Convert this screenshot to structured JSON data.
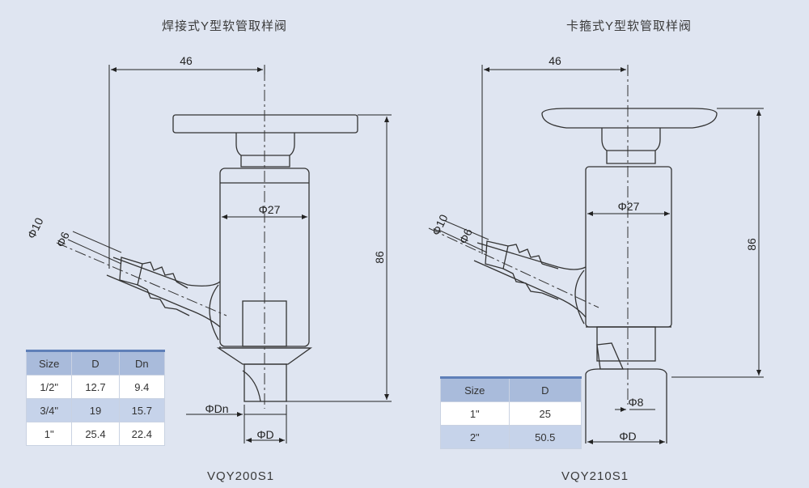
{
  "left": {
    "title": "焊接式Y型软管取样阀",
    "model": "VQY200S1",
    "dims": {
      "width": "46",
      "height": "86",
      "body_dia": "Φ27",
      "outer": "Φ10",
      "inner": "Φ6",
      "dn": "ΦDn",
      "d": "ΦD"
    },
    "table": {
      "headers": [
        "Size",
        "D",
        "Dn"
      ],
      "rows": [
        [
          "1/2\"",
          "12.7",
          "9.4"
        ],
        [
          "3/4\"",
          "19",
          "15.7"
        ],
        [
          "1\"",
          "25.4",
          "22.4"
        ]
      ]
    }
  },
  "right": {
    "title": "卡箍式Y型软管取样阀",
    "model": "VQY210S1",
    "dims": {
      "width": "46",
      "height": "86",
      "body_dia": "Φ27",
      "outer": "Φ10",
      "inner": "Φ6",
      "small": "Φ8",
      "d": "ΦD"
    },
    "table": {
      "headers": [
        "Size",
        "D"
      ],
      "rows": [
        [
          "1\"",
          "25"
        ],
        [
          "2\"",
          "50.5"
        ]
      ]
    }
  },
  "colors": {
    "background": "#dfe5f1",
    "line": "#333333",
    "table_header": "#a9bbdb",
    "table_stripe": "#c6d3ea"
  }
}
